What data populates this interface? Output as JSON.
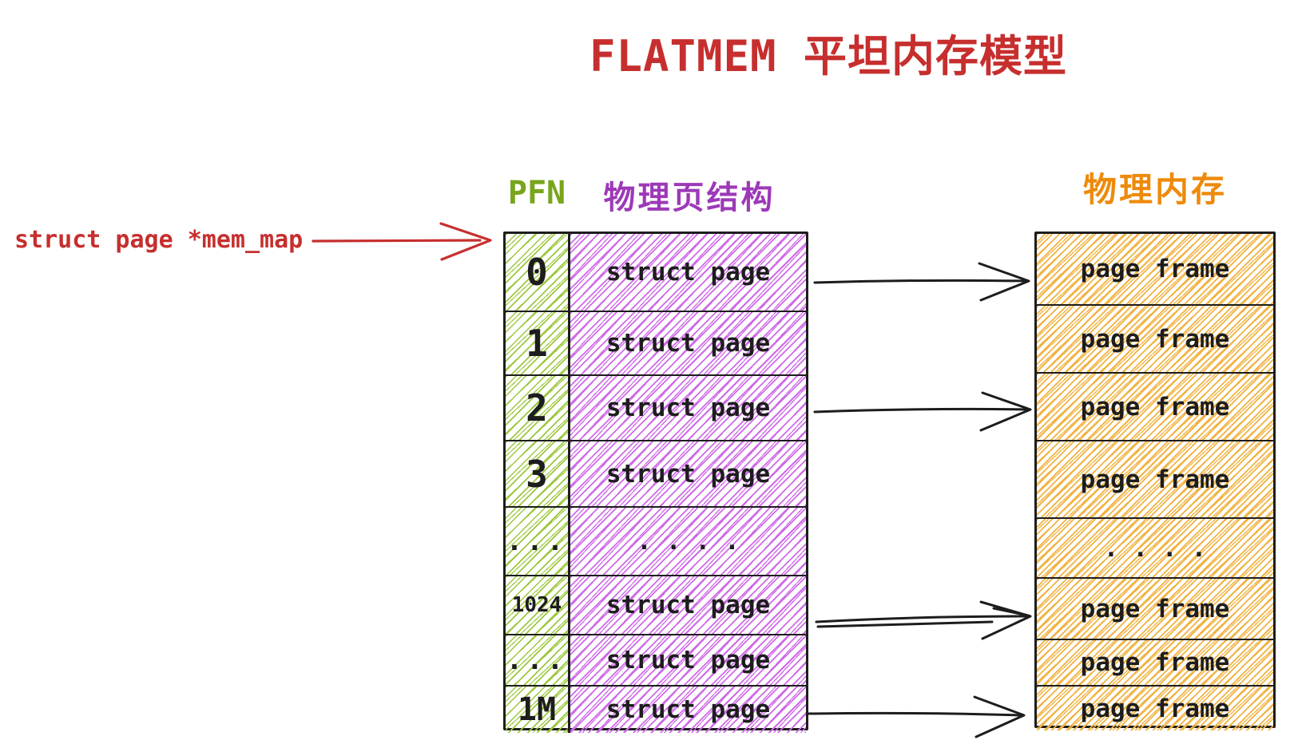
{
  "title": "FLATMEM 平坦内存模型",
  "pointer": {
    "label": "struct page *mem_map"
  },
  "columns": {
    "pfn_header": "PFN",
    "page_struct_header": "物理页结构",
    "phys_mem_header": "物理内存"
  },
  "page_table": {
    "rows": [
      {
        "pfn": "0",
        "label": "struct page"
      },
      {
        "pfn": "1",
        "label": "struct page"
      },
      {
        "pfn": "2",
        "label": "struct page"
      },
      {
        "pfn": "3",
        "label": "struct page"
      },
      {
        "pfn": "...",
        "label": "...."
      },
      {
        "pfn": "1024",
        "label": "struct page"
      },
      {
        "pfn": "...",
        "label": "struct page"
      },
      {
        "pfn": "1M",
        "label": "struct page"
      }
    ]
  },
  "physical_memory": {
    "rows": [
      "page frame",
      "page frame",
      "page frame",
      "page frame",
      "....",
      "page frame",
      "page frame",
      "page frame"
    ]
  },
  "mappings": [
    {
      "from_pfn": "0",
      "to_frame_index": 0
    },
    {
      "from_pfn": "2",
      "to_frame_index": 2
    },
    {
      "from_pfn": "1024",
      "to_frame_index": 5
    },
    {
      "from_pfn": "1M",
      "to_frame_index": 7
    }
  ],
  "colors": {
    "red": "#c62f2e",
    "green_header": "#79a51c",
    "purple_header": "#9d39b8",
    "orange_header": "#ee8a0b",
    "green_hatch": "#9cc83e",
    "purple_hatch": "#cf6ae8",
    "orange_hatch": "#f1b342",
    "ink": "#1d1d1d"
  }
}
